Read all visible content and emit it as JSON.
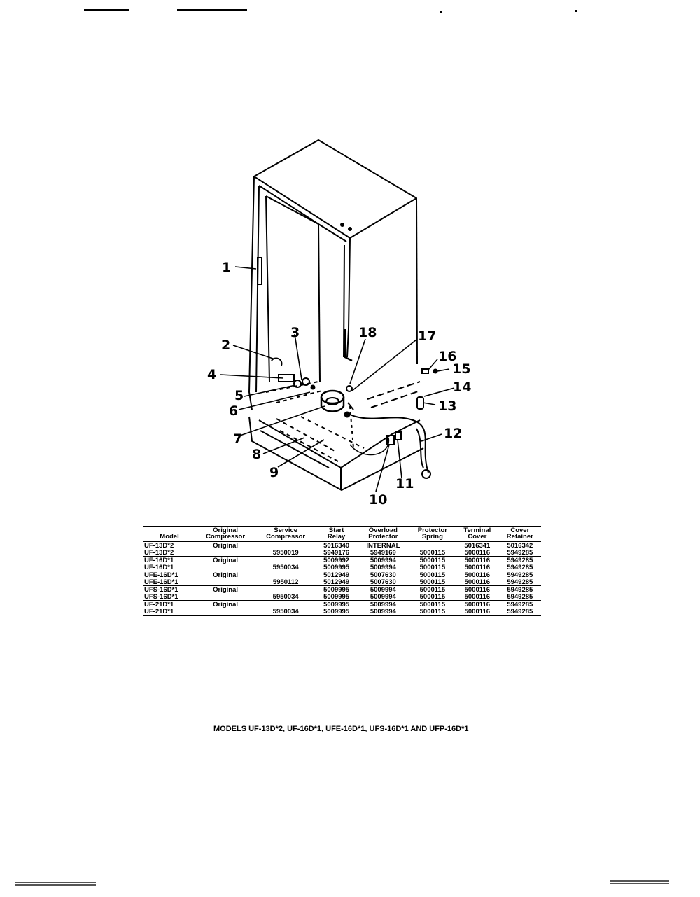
{
  "callouts": [
    "1",
    "2",
    "3",
    "4",
    "5",
    "6",
    "7",
    "8",
    "9",
    "10",
    "11",
    "12",
    "13",
    "14",
    "15",
    "16",
    "17",
    "18"
  ],
  "table": {
    "headers": [
      {
        "line1": "",
        "line2": "Model"
      },
      {
        "line1": "Original",
        "line2": "Compressor"
      },
      {
        "line1": "Service",
        "line2": "Compressor"
      },
      {
        "line1": "Start",
        "line2": "Relay"
      },
      {
        "line1": "Overload",
        "line2": "Protector"
      },
      {
        "line1": "Protector",
        "line2": "Spring"
      },
      {
        "line1": "Terminal",
        "line2": "Cover"
      },
      {
        "line1": "Cover",
        "line2": "Retainer"
      }
    ],
    "rows": [
      [
        "UF-13D*2",
        "Original",
        "",
        "5016340",
        "INTERNAL",
        "",
        "5016341",
        "5016342"
      ],
      [
        "UF-13D*2",
        "",
        "5950019",
        "5949176",
        "5949169",
        "5000115",
        "5000116",
        "5949285"
      ],
      [
        "UF-16D*1",
        "Original",
        "",
        "5009992",
        "5009994",
        "5000115",
        "5000116",
        "5949285"
      ],
      [
        "UF-16D*1",
        "",
        "5950034",
        "5009995",
        "5009994",
        "5000115",
        "5000116",
        "5949285"
      ],
      [
        "UFE-16D*1",
        "Original",
        "",
        "5012949",
        "5007630",
        "5000115",
        "5000116",
        "5949285"
      ],
      [
        "UFE-16D*1",
        "",
        "5950112",
        "5012949",
        "5007630",
        "5000115",
        "5000116",
        "5949285"
      ],
      [
        "UFS-16D*1",
        "Original",
        "",
        "5009995",
        "5009994",
        "5000115",
        "5000116",
        "5949285"
      ],
      [
        "UFS-16D*1",
        "",
        "5950034",
        "5009995",
        "5009994",
        "5000115",
        "5000116",
        "5949285"
      ],
      [
        "UF-21D*1",
        "Original",
        "",
        "5009995",
        "5009994",
        "5000115",
        "5000116",
        "5949285"
      ],
      [
        "UF-21D*1",
        "",
        "5950034",
        "5009995",
        "5009994",
        "5000115",
        "5000116",
        "5949285"
      ]
    ]
  },
  "caption": "MODELS UF-13D*2, UF-16D*1, UFE-16D*1, UFS-16D*1 AND UFP-16D*1"
}
